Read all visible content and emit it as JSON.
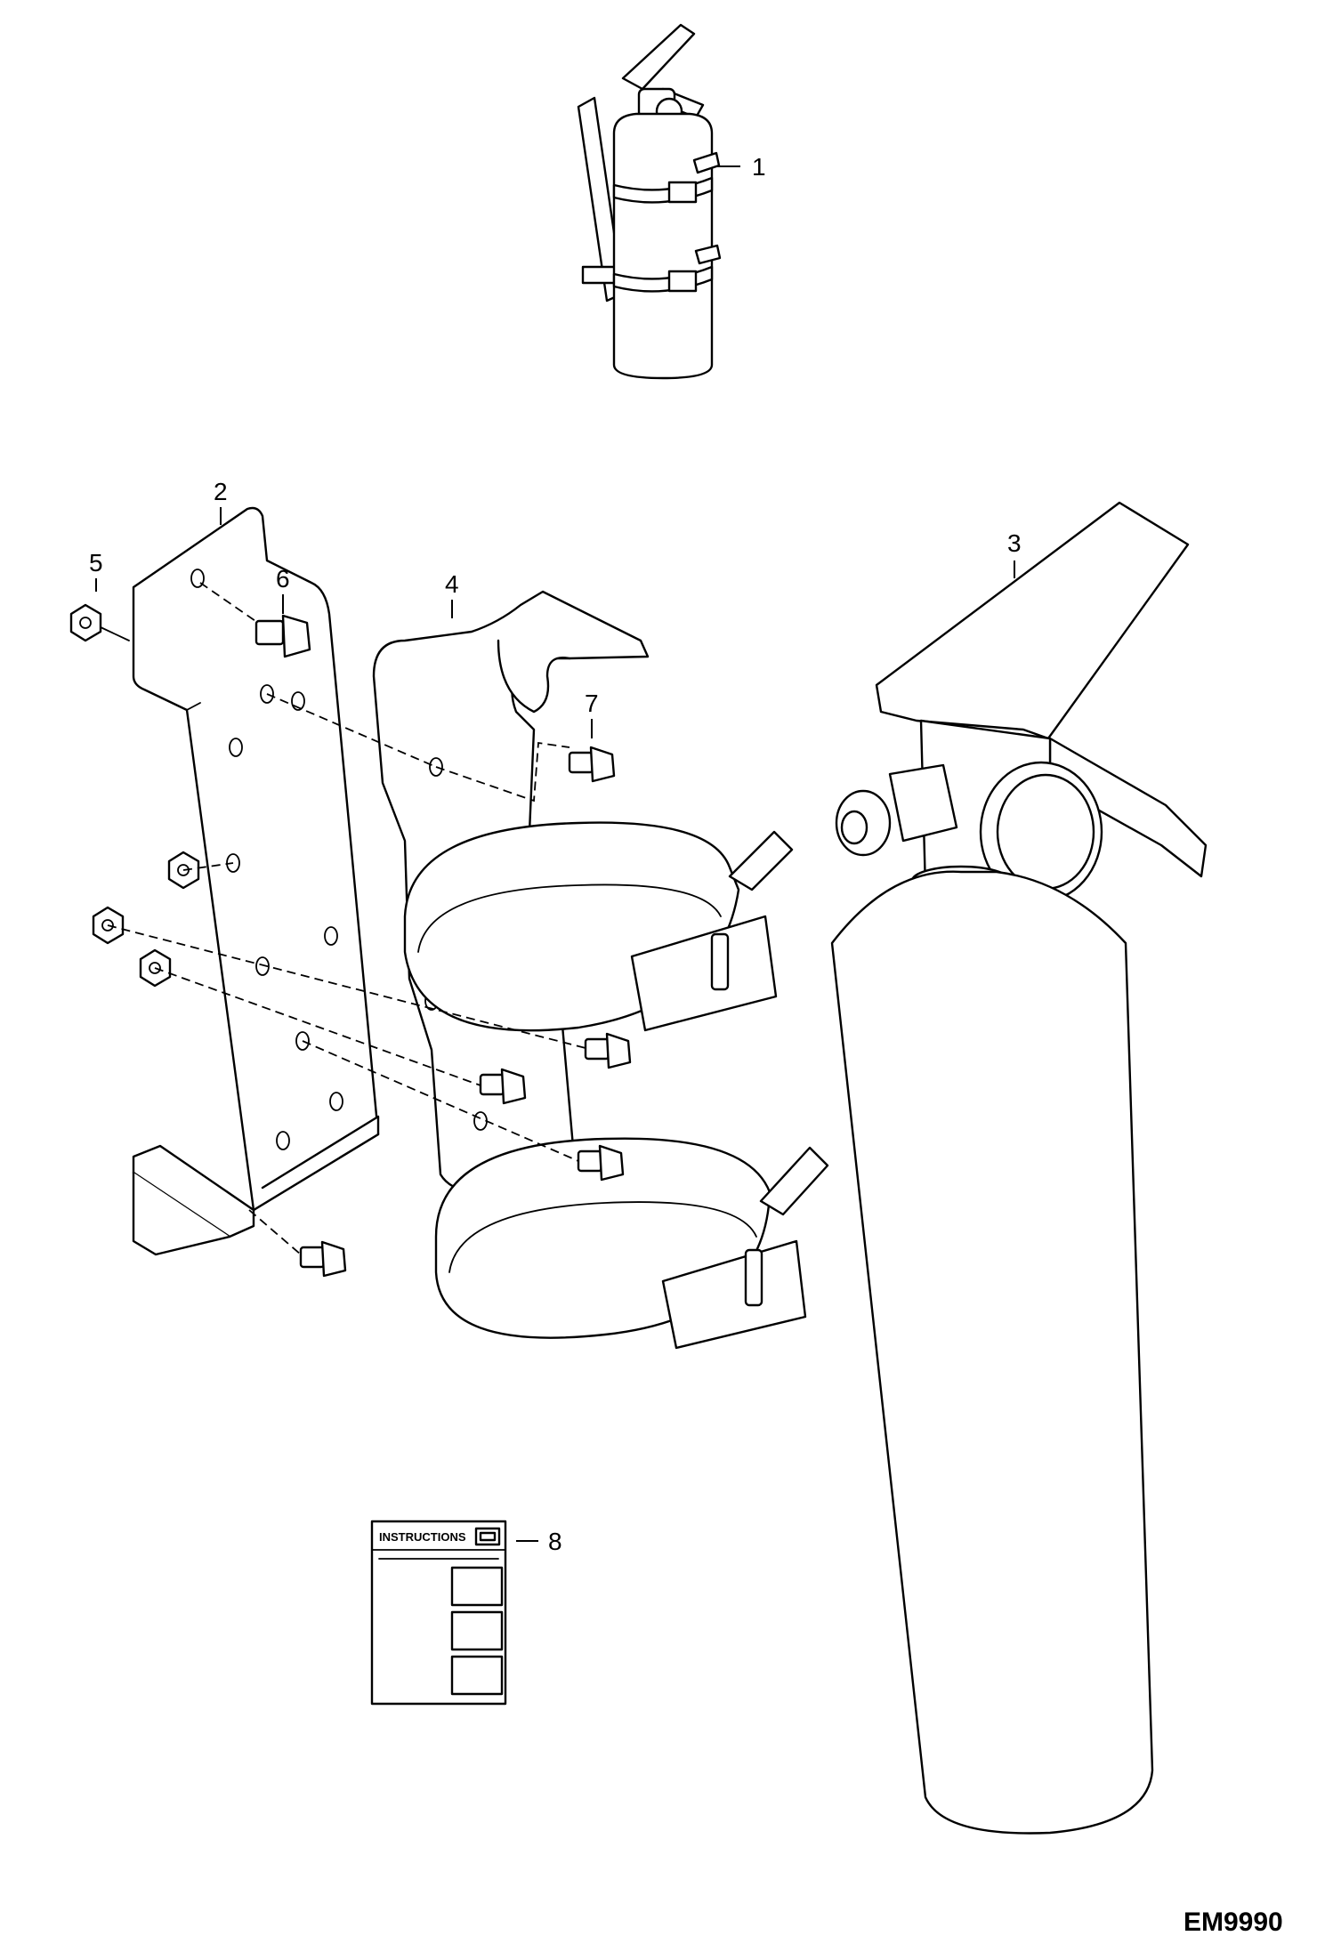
{
  "figure_id": "EM9990",
  "callouts": [
    {
      "id": "1",
      "part": "fire-extinguisher-assembly"
    },
    {
      "id": "2",
      "part": "mounting-bracket"
    },
    {
      "id": "3",
      "part": "fire-extinguisher"
    },
    {
      "id": "4",
      "part": "extinguisher-holder-strap"
    },
    {
      "id": "5",
      "part": "nut"
    },
    {
      "id": "6",
      "part": "bolt"
    },
    {
      "id": "7",
      "part": "bolt"
    },
    {
      "id": "8",
      "part": "instruction-decal"
    }
  ],
  "decal": {
    "heading": "INSTRUCTIONS"
  }
}
